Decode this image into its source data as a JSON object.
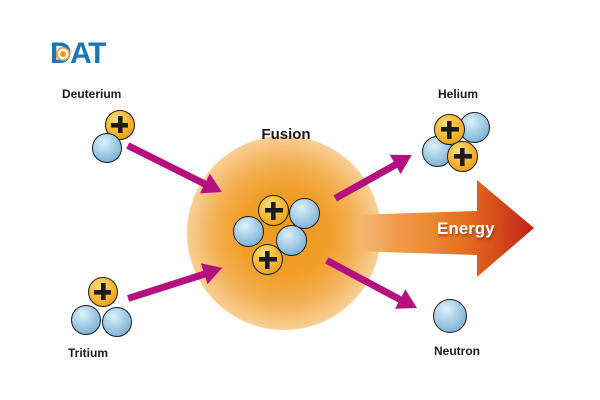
{
  "brand": {
    "name": "DAT"
  },
  "diagram": {
    "process_label": "Fusion",
    "energy_label": "Energy",
    "reactants": [
      {
        "label": "Deuterium",
        "protons": 1,
        "neutrons": 1
      },
      {
        "label": "Tritium",
        "protons": 1,
        "neutrons": 2
      }
    ],
    "products": [
      {
        "label": "Helium",
        "protons": 2,
        "neutrons": 2
      },
      {
        "label": "Neutron",
        "protons": 0,
        "neutrons": 1
      }
    ],
    "intermediate": {
      "protons": 2,
      "neutrons": 3
    },
    "colors": {
      "brand_blue": "#1B75BC",
      "brand_orange": "#F7941D",
      "proton_gold": "#F0AC24",
      "neutron_blue": "#8CBCDC",
      "arrow_magenta": "#B5107F",
      "glow_orange": "#F0991E",
      "energy_orange": "#EB8C36",
      "energy_red": "#C22017",
      "label_black": "#1A1A1A"
    }
  }
}
